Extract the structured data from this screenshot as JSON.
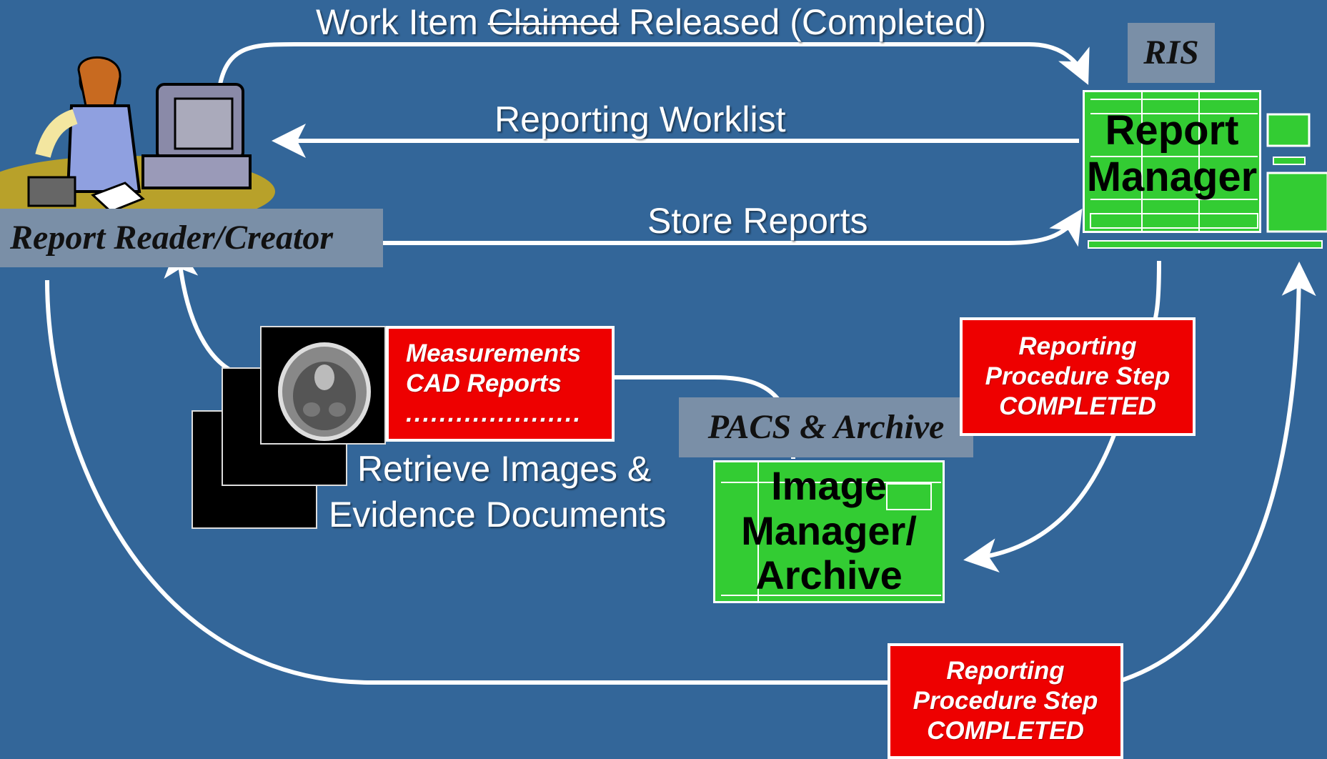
{
  "arrows": {
    "top_prefix": "Work Item ",
    "top_struck": "Claimed",
    "top_suffix": " Released (Completed)",
    "worklist": "Reporting Worklist",
    "store": "Store Reports",
    "retrieve_line1": "Retrieve Images &",
    "retrieve_line2": "Evidence Documents"
  },
  "actors": {
    "reader_label": "Report Reader/Creator",
    "ris_label": "RIS",
    "report_manager_line1": "Report",
    "report_manager_line2": "Manager",
    "pacs_label": "PACS & Archive",
    "image_manager_line1": "Image",
    "image_manager_line2": "Manager/",
    "image_manager_line3": "Archive"
  },
  "evidence_box": {
    "line1": "Measurements",
    "line2": "CAD Reports",
    "line3": "....................."
  },
  "status_upper": {
    "line1": "Reporting",
    "line2": "Procedure Step",
    "line3": "COMPLETED"
  },
  "status_lower": {
    "line1": "Reporting",
    "line2": "Procedure Step",
    "line3": "COMPLETED"
  },
  "colors": {
    "background": "#336699",
    "status_red": "#ee0000",
    "actor_green": "#33cc33",
    "tag_grey": "#7a8fa7",
    "arrow": "#ffffff"
  },
  "icons": [
    "person-at-workstation-icon",
    "computer-rack-icon",
    "ct-scan-icon"
  ]
}
